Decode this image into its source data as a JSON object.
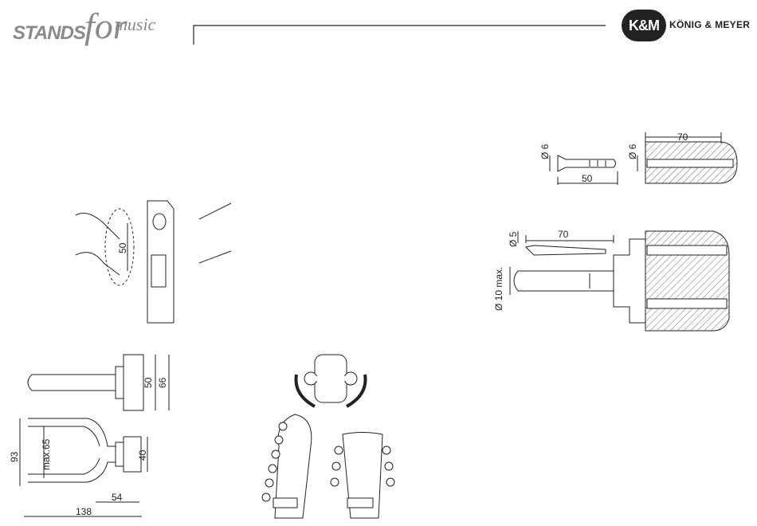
{
  "header": {
    "logo_left": {
      "stands": "STANDS",
      "for": "for",
      "music": "music"
    },
    "logo_right": {
      "badge": "K&M",
      "brand": "KÖNIG & MEYER"
    }
  },
  "drawings": {
    "screw_detail": {
      "diam": "Ø 6",
      "length": "50"
    },
    "plug_detail": {
      "diam": "Ø 6",
      "length": "70"
    },
    "wall_mount": {
      "screw_diam": "Ø 5",
      "screw_length": "70",
      "plug_diam": "Ø 10 max."
    },
    "drill_template": {
      "spacing": "50"
    },
    "side_view": {
      "dim_50": "50",
      "dim_66": "66"
    },
    "top_view": {
      "dim_93": "93",
      "dim_max65": "max.65",
      "dim_40": "40",
      "dim_54": "54",
      "dim_138": "138"
    }
  }
}
